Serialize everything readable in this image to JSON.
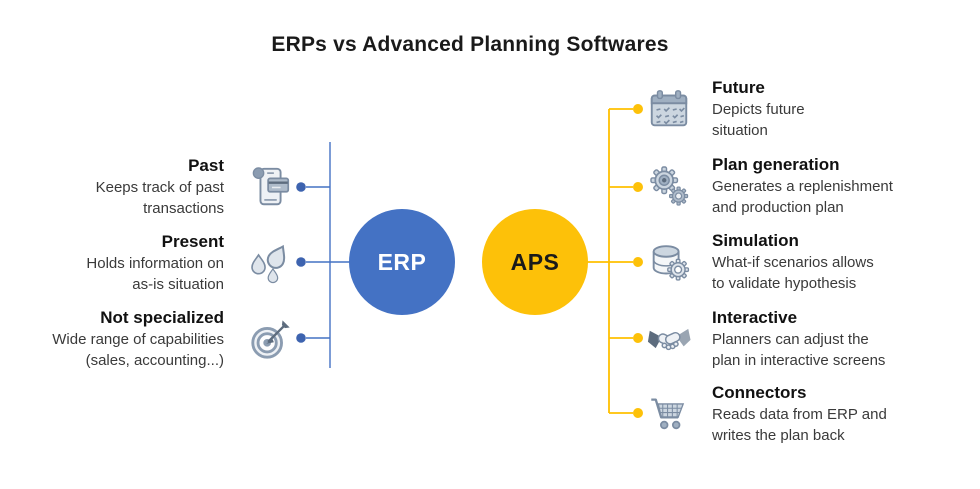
{
  "title": "ERPs vs Advanced Planning Softwares",
  "colors": {
    "erp_blue": "#4472C4",
    "erp_dot": "#3D63AF",
    "aps_yellow": "#FDC109",
    "aps_line": "#FFC000",
    "icon_steel_blue": "#8B9CB1",
    "heading_text": "#111111",
    "body_text": "#3A3A3A"
  },
  "erp": {
    "label": "ERP",
    "color": "#4472C4",
    "items": [
      {
        "icon": "mobile-payment-icon",
        "heading": "Past",
        "line1": "Keeps track of past",
        "line2": "transactions"
      },
      {
        "icon": "water-drops-icon",
        "heading": "Present",
        "line1": "Holds information on",
        "line2": "as-is situation"
      },
      {
        "icon": "target-dart-icon",
        "heading": "Not specialized",
        "line1": "Wide range of capabilities",
        "line2": "(sales, accounting...)"
      }
    ]
  },
  "aps": {
    "label": "APS",
    "color": "#FDC109",
    "items": [
      {
        "icon": "calendar-icon",
        "heading": "Future",
        "line1": "Depicts future",
        "line2": "situation"
      },
      {
        "icon": "gears-icon",
        "heading": "Plan generation",
        "line1": "Generates a replenishment",
        "line2": "and production plan"
      },
      {
        "icon": "database-gear-icon",
        "heading": "Simulation",
        "line1": "What-if scenarios allows",
        "line2": "to validate hypothesis"
      },
      {
        "icon": "handshake-icon",
        "heading": "Interactive",
        "line1": "Planners can adjust the",
        "line2": "plan in interactive screens"
      },
      {
        "icon": "shopping-cart-icon",
        "heading": "Connectors",
        "line1": "Reads data from ERP and",
        "line2": "writes the plan back"
      }
    ]
  }
}
